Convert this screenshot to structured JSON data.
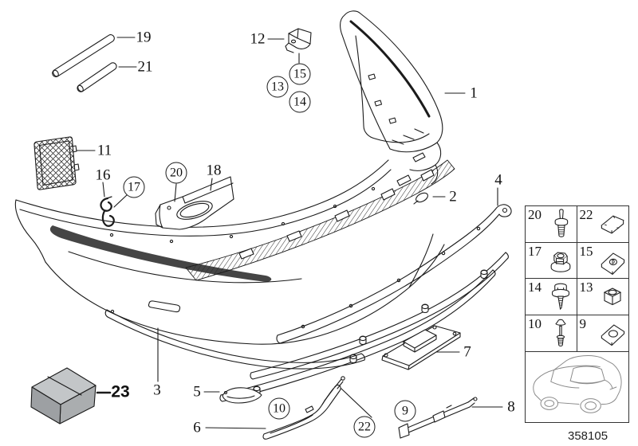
{
  "diagram": {
    "number": "358105"
  },
  "colors": {
    "line": "#1b1b1b",
    "chrome_strip": "#454545",
    "box_top": "#c3c6c8",
    "box_front": "#9da0a3",
    "box_side": "#aaadaf"
  },
  "callouts": {
    "plain": {
      "p1": "1",
      "p2": "2",
      "p3": "3",
      "p4": "4",
      "p5": "5",
      "p6": "6",
      "p7": "7",
      "p8": "8",
      "p11": "11",
      "p12": "12",
      "p16": "16",
      "p18": "18",
      "p19": "19",
      "p21": "21",
      "p23": "23"
    },
    "circled": {
      "c9": "9",
      "c10": "10",
      "c13": "13",
      "c14": "14",
      "c15": "15",
      "c17": "17",
      "c20": "20",
      "c22": "22"
    }
  },
  "fastener_table": {
    "cells": [
      {
        "label": "20",
        "icon": "blind-rivet-icon"
      },
      {
        "label": "22",
        "icon": "spring-clip-icon"
      },
      {
        "label": "17",
        "icon": "flange-nut-icon"
      },
      {
        "label": "15",
        "icon": "speed-nut-icon"
      },
      {
        "label": "14",
        "icon": "washer-screw-icon"
      },
      {
        "label": "13",
        "icon": "hex-nut-icon"
      },
      {
        "label": "10",
        "icon": "expansion-rivet-icon"
      },
      {
        "label": "9",
        "icon": "clip-plate-icon"
      }
    ]
  }
}
